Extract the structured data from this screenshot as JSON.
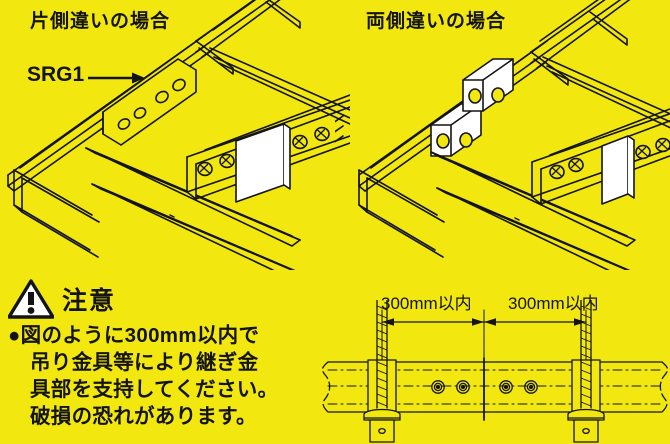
{
  "page": {
    "background_color": "#F2E810",
    "line_color": "#141414",
    "plate_fill": "#FFFFFF"
  },
  "headings": {
    "left": "片側違いの場合",
    "right": "両側違いの場合"
  },
  "callouts": {
    "srg1": "SRG1",
    "arrow_icon": "arrow-right-icon"
  },
  "caution": {
    "icon": "warning-triangle-icon",
    "title": "注意",
    "bullet": "●",
    "lines": [
      "●図のように300mm以内で",
      "吊り金具等により継ぎ金",
      "具部を支持してください。",
      "破損の恐れがあります。"
    ],
    "full_text": "●図のように300mm以内で吊り金具等により継ぎ金具部を支持してください。破損の恐れがあります。"
  },
  "dimension_diagram": {
    "labels": [
      "300mm以内",
      "300mm以内"
    ],
    "dimension_value": "300mm以内",
    "count": 2,
    "parts": {
      "hanger_rod": "threaded-hanger-rod",
      "clamp": "hanger-clamp",
      "rail": "ladder-side-rail",
      "bolt_heads": 4,
      "center_joint": "splice-center-line"
    }
  },
  "illustrations": {
    "left": {
      "caption": "片側違いの場合",
      "splice_plates": 1,
      "description": "ladder-tray-single-side-splice"
    },
    "right": {
      "caption": "両側違いの場合",
      "splice_plates": 2,
      "description": "ladder-tray-both-side-splice"
    }
  }
}
